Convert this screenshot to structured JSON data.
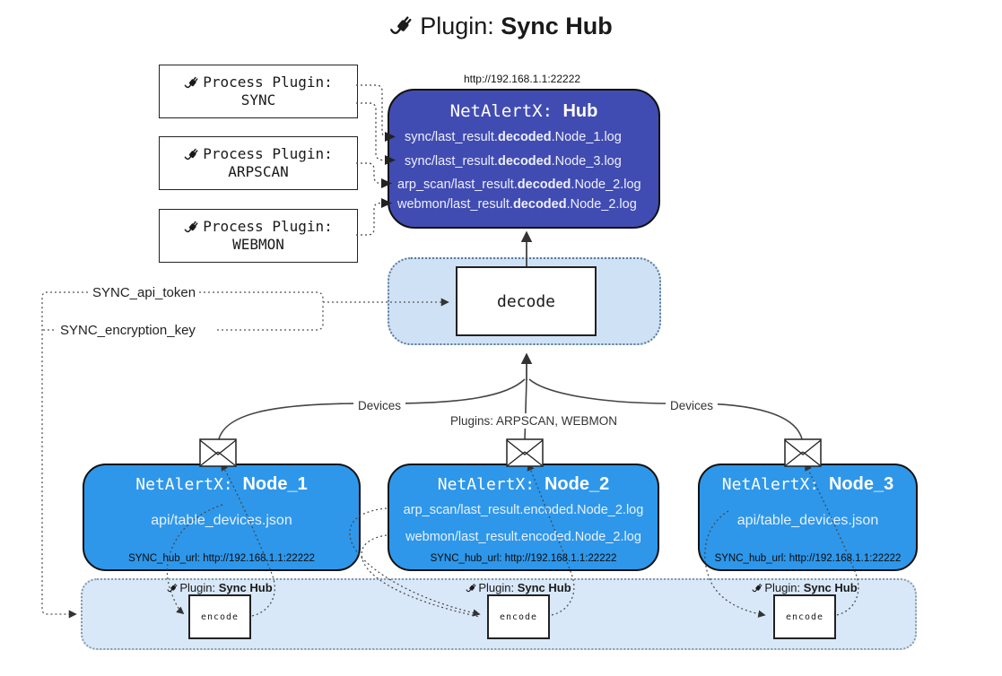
{
  "title": {
    "prefix": "Plugin: ",
    "name": "Sync Hub"
  },
  "icons": {
    "title": "plug-icon",
    "node_mail": "envelope-icon"
  },
  "colors": {
    "hub_fill": "#414cb2",
    "node_fill": "#2e97ea",
    "decode_band_fill": "#cfe2f5",
    "bottom_band_fill": "#d9e8f8",
    "line": "#444444"
  },
  "process_plugins": [
    {
      "label": "Process Plugin:",
      "name": "SYNC"
    },
    {
      "label": "Process Plugin:",
      "name": "ARPSCAN"
    },
    {
      "label": "Process Plugin:",
      "name": "WEBMON"
    }
  ],
  "hub": {
    "url": "http://192.168.1.1:22222",
    "title_prefix": "NetAlertX: ",
    "title_name": "Hub",
    "lines": [
      {
        "parts": [
          {
            "t": "sync/last_result."
          },
          {
            "t": "decoded",
            "b": true
          },
          {
            "t": ".Node_1.log"
          }
        ]
      },
      {
        "parts": [
          {
            "t": "sync/last_result."
          },
          {
            "t": "decoded",
            "b": true
          },
          {
            "t": ".Node_3.log"
          }
        ]
      },
      {
        "parts": [
          {
            "t": "arp_scan/last_result."
          },
          {
            "t": "decoded",
            "b": true
          },
          {
            "t": ".Node_2.log"
          }
        ]
      },
      {
        "parts": [
          {
            "t": "webmon/last_result."
          },
          {
            "t": "decoded",
            "b": true
          },
          {
            "t": ".Node_2.log"
          }
        ]
      }
    ]
  },
  "decode": {
    "label": "decode"
  },
  "tokens": {
    "api_token": "SYNC_api_token",
    "encryption_key": "SYNC_encryption_key"
  },
  "edges": {
    "devices_left": "Devices",
    "devices_right": "Devices",
    "plugins": "Plugins: ARPSCAN, WEBMON"
  },
  "nodes": [
    {
      "title_prefix": "NetAlertX: ",
      "title_name": "Node_1",
      "lines": [
        "api/table_devices.json"
      ],
      "footer": "SYNC_hub_url: http://192.168.1.1:22222"
    },
    {
      "title_prefix": "NetAlertX: ",
      "title_name": "Node_2",
      "lines": [
        "arp_scan/last_result.encoded.Node_2.log",
        "webmon/last_result.encoded.Node_2.log"
      ],
      "footer": "SYNC_hub_url: http://192.168.1.1:22222"
    },
    {
      "title_prefix": "NetAlertX: ",
      "title_name": "Node_3",
      "lines": [
        "api/table_devices.json"
      ],
      "footer": "SYNC_hub_url: http://192.168.1.1:22222"
    }
  ],
  "encode_sections": [
    {
      "label_prefix": "Plugin: ",
      "label_name": "Sync Hub",
      "box_label": "encode"
    },
    {
      "label_prefix": "Plugin: ",
      "label_name": "Sync Hub",
      "box_label": "encode"
    },
    {
      "label_prefix": "Plugin: ",
      "label_name": "Sync Hub",
      "box_label": "encode"
    }
  ]
}
